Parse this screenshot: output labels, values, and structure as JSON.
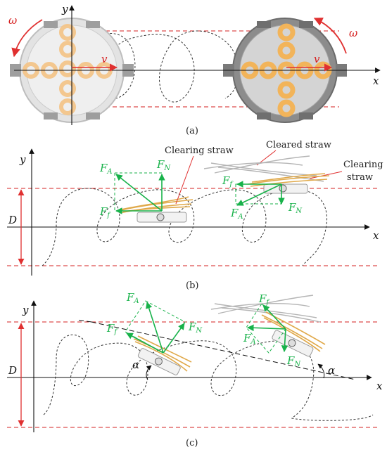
{
  "panels": {
    "a": {
      "label": "(a)",
      "axis_x": "x",
      "axis_y": "y",
      "omega_left": "ω",
      "omega_right": "ω",
      "v_left": "v",
      "v_right": "v"
    },
    "b": {
      "label": "(b)",
      "axis_x": "x",
      "axis_y": "y",
      "D": "D",
      "clearing_straw_1": "Clearing straw",
      "cleared_straw": "Cleared straw",
      "clearing_straw_2a": "Clearing",
      "clearing_straw_2b": "straw",
      "FA_left": "A",
      "FN_left": "N",
      "Ff_left": "f",
      "Ff_right": "f",
      "FA_right": "A",
      "FN_right": "N"
    },
    "c": {
      "label": "(c)",
      "axis_x": "x",
      "axis_y": "y",
      "D": "D",
      "alpha_left": "α",
      "alpha_right": "α",
      "FA_left": "A",
      "FN_left": "N",
      "Ff_left": "f",
      "Ff_right": "f",
      "FA_right": "A",
      "FN_right": "N"
    }
  },
  "force_symbol": "F",
  "colors": {
    "guide_red": "#d62020",
    "force_green": "#18b24a",
    "straw_yellow": "#e0a94a",
    "rotation_red": "#e03030"
  }
}
